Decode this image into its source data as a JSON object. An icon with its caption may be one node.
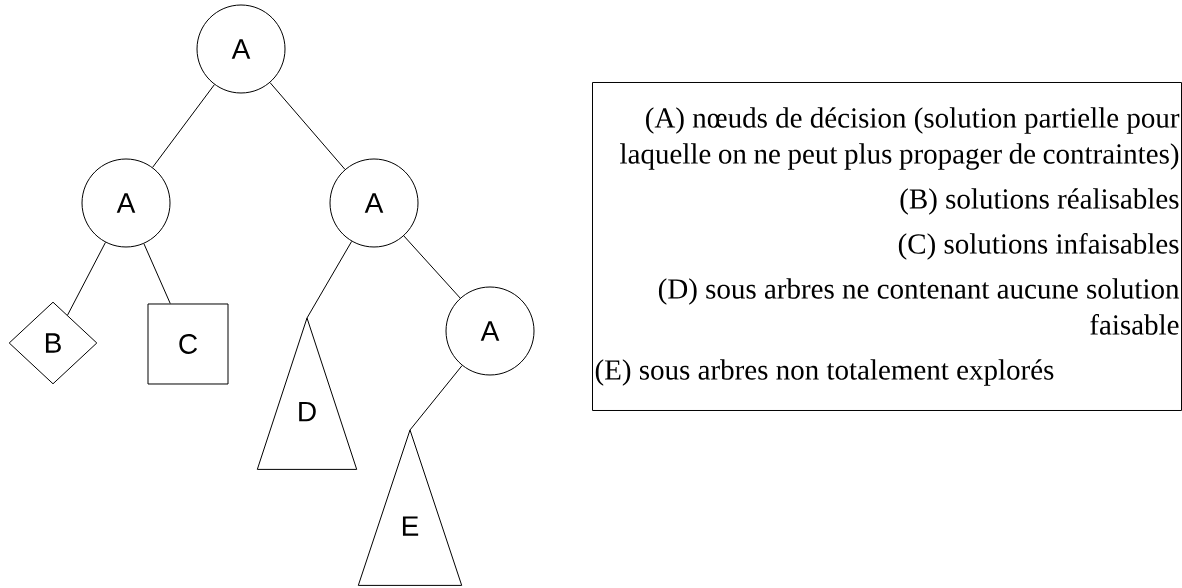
{
  "diagram": {
    "nodes": [
      {
        "text": [
          "A"
        ]
      },
      {
        "text": [
          "A"
        ]
      },
      {
        "text": [
          "A"
        ]
      },
      {
        "text": [
          "B"
        ]
      },
      {
        "text": [
          "C"
        ]
      },
      {
        "text": [
          "D"
        ]
      },
      {
        "text": [
          "A"
        ]
      },
      {
        "text": [
          "E"
        ]
      },
      {
        "text": [
          "(A) nœuds de décision (solution partielle pour laquelle on ne peut plus propager de contraintes)",
          "(B) solutions réalisables",
          "(C) solutions infaisables",
          "(D) sous arbres ne contenant aucune solution faisable",
          "(E) sous arbres non totalement explorés"
        ]
      }
    ],
    "edges": [
      {
        "from": 0,
        "to": 1,
        "arrow": "none"
      },
      {
        "from": 0,
        "to": 2,
        "arrow": "none"
      },
      {
        "from": 1,
        "to": 3,
        "arrow": "none"
      },
      {
        "from": 1,
        "to": 4,
        "arrow": "none"
      },
      {
        "from": 2,
        "to": 5,
        "arrow": "none"
      },
      {
        "from": 2,
        "to": 6,
        "arrow": "none"
      },
      {
        "from": 6,
        "to": 7,
        "arrow": "none"
      }
    ]
  }
}
